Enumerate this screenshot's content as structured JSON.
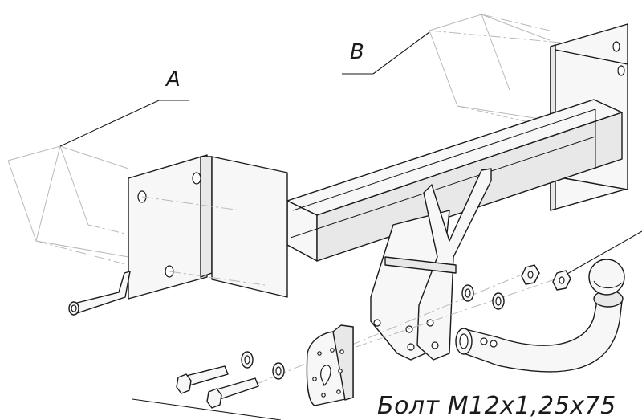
{
  "labels": {
    "a": "A",
    "b": "B",
    "bolt": "Болт M12x1,25x75"
  }
}
